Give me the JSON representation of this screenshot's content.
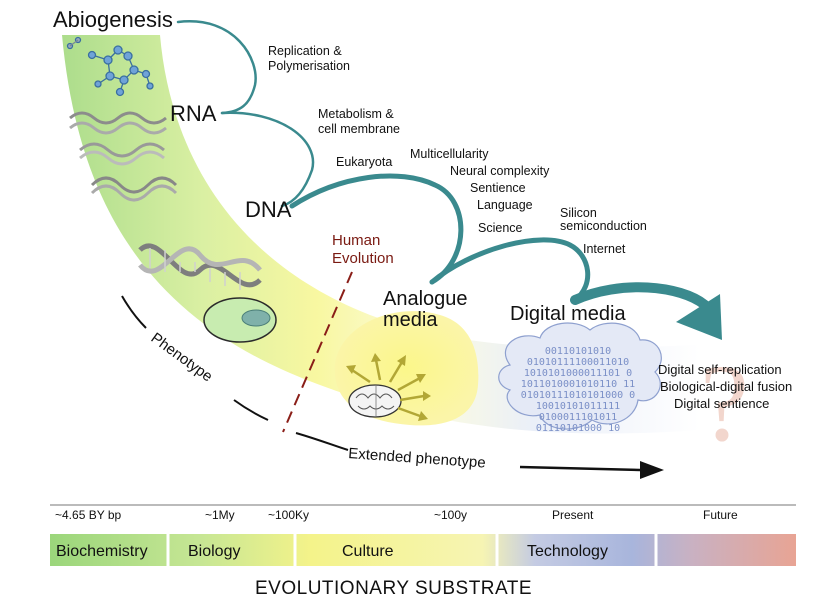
{
  "stages": {
    "abiogenesis": "Abiogenesis",
    "rna": "RNA",
    "dna": "DNA",
    "analogue_media_line1": "Analogue",
    "analogue_media_line2": "media",
    "digital_media": "Digital media"
  },
  "milestones": {
    "replication_line1": "Replication &",
    "replication_line2": "Polymerisation",
    "metabolism_line1": "Metabolism &",
    "metabolism_line2": "cell membrane",
    "eukaryota": "Eukaryota",
    "multicellularity": "Multicellularity",
    "neural_complexity": "Neural complexity",
    "sentience": "Sentience",
    "language": "Language",
    "science": "Science",
    "silicon_line1": "Silicon",
    "silicon_line2": "semiconduction",
    "internet": "Internet"
  },
  "human_evolution_line1": "Human",
  "human_evolution_line2": "Evolution",
  "phenotype": "Phenotype",
  "extended_phenotype": "Extended phenotype",
  "future_items": [
    "Digital self-replication",
    "Biological-digital fusion",
    "Digital sentience"
  ],
  "future_mark": "?",
  "binary_lines": [
    "00110101010",
    "01010111100011010",
    "1010101000011101 0",
    "1011010001010110 11",
    "01010111010101000 0",
    "10010101011111",
    "0100011101011",
    "01110101000 10"
  ],
  "timeline_ticks": [
    "~4.65 BY bp",
    "~1My",
    "~100Ky",
    "~100y",
    "Present",
    "Future"
  ],
  "substrates": [
    "Biochemistry",
    "Biology",
    "Culture",
    "Technology"
  ],
  "axis_title": "EVOLUTIONARY SUBSTRATE",
  "colors": {
    "trunk": "#3a8a8e",
    "biochemistry": "#9fd67e",
    "culture": "#f8f590",
    "technology": "#aab6dc",
    "future": "#e9a89a",
    "human_line": "#8a1e18"
  }
}
